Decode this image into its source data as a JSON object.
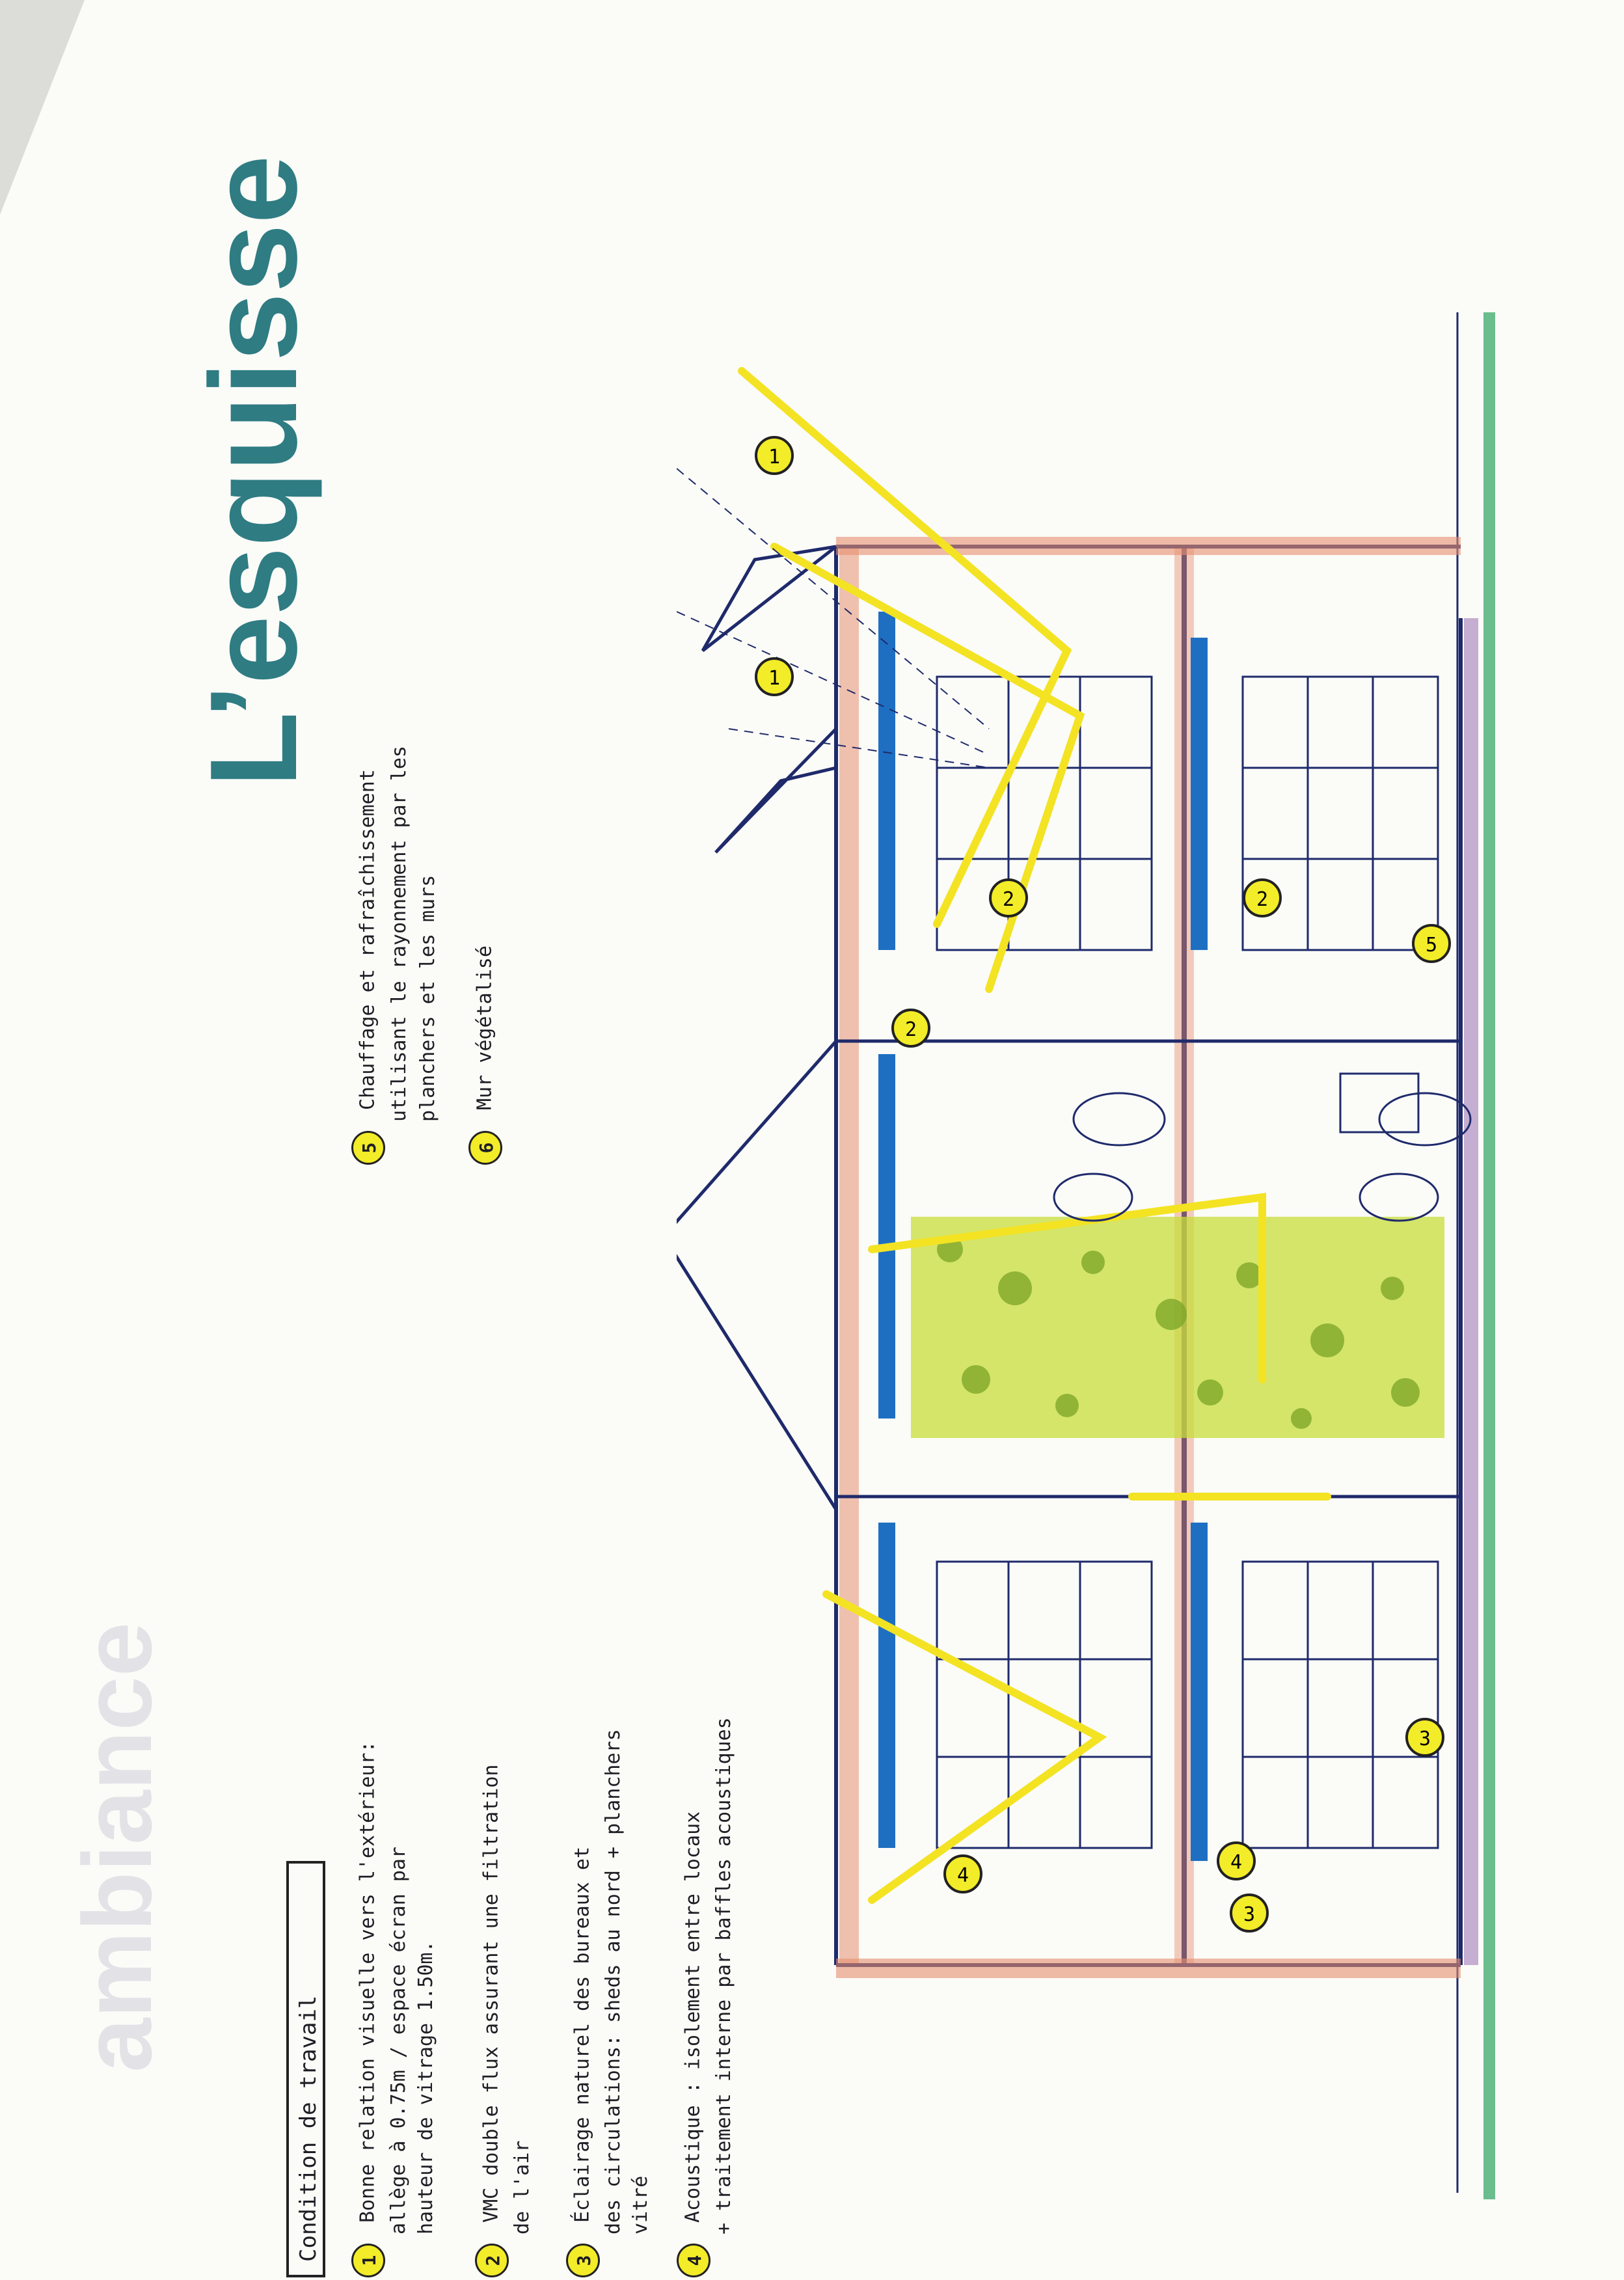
{
  "title": "L’esquisse",
  "faded_background_word": "ambiance",
  "notes_left": {
    "heading": "Condition de travail",
    "items": [
      {
        "num": "1",
        "lines": [
          "Bonne relation visuelle vers l'extérieur:",
          "allège à 0.75m / espace écran par",
          "hauteur de vitrage 1.50m."
        ]
      },
      {
        "num": "2",
        "lines": [
          "VMC double flux assurant une filtration",
          "de l'air"
        ]
      },
      {
        "num": "3",
        "lines": [
          "Éclairage naturel des bureaux et",
          "des circulations: sheds au nord + planchers",
          "vitré"
        ]
      },
      {
        "num": "4",
        "lines": [
          "Acoustique : isolement entre locaux",
          "+ traitement interne par baffles acoustiques"
        ]
      }
    ]
  },
  "notes_right": {
    "items": [
      {
        "num": "5",
        "lines": [
          "Chauffage et rafraîchissement",
          "utilisant le rayonnement par les",
          "planchers et les murs"
        ]
      },
      {
        "num": "6",
        "lines": [
          "Mur végétalisé"
        ]
      }
    ]
  },
  "drawing": {
    "annotation_markers": [
      "1",
      "1",
      "2",
      "2",
      "2",
      "3",
      "3",
      "4",
      "4",
      "5"
    ],
    "colors": {
      "structure": "#1f2a6b",
      "slab": "#e68f70",
      "radiant_panel": "#1e6fc2",
      "sunlight": "#f3e323",
      "vegetation": "#c7dd3a",
      "ground": "#3aa86a",
      "facade": "#b89bc7"
    }
  }
}
